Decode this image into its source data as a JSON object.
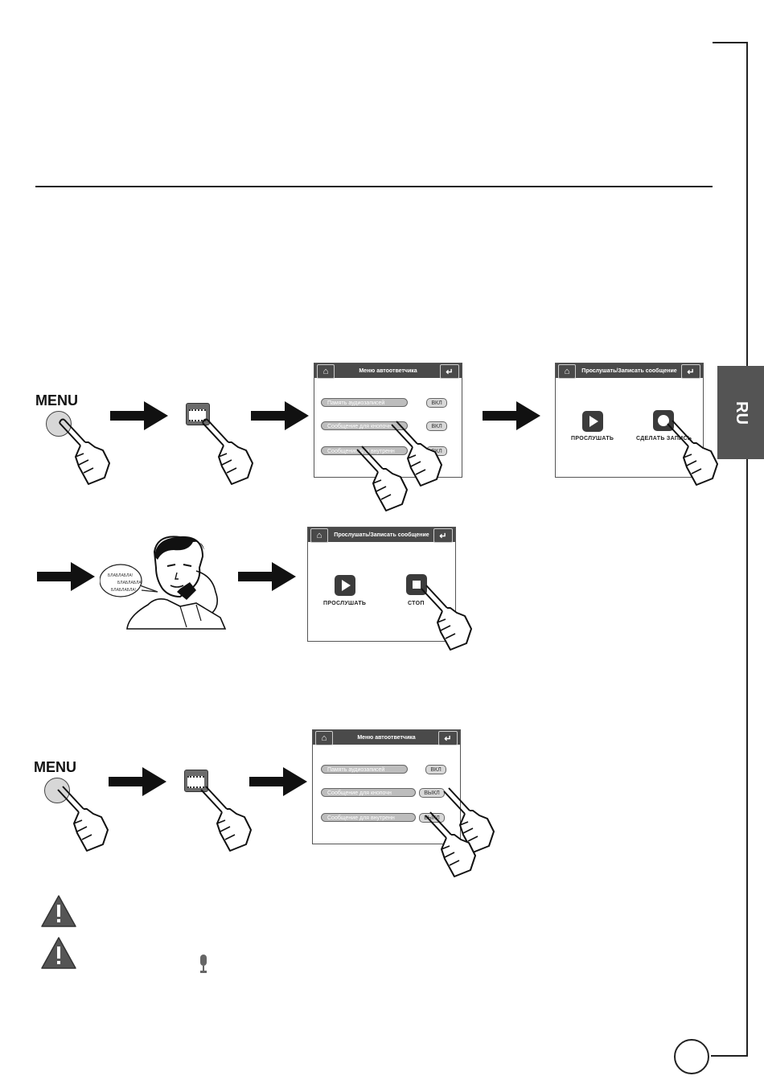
{
  "language_tab": "RU",
  "menu_label": "MENU",
  "screens": {
    "answering_menu": {
      "title": "Меню автоответчика",
      "rows": [
        {
          "label": "Память аудиозаписей",
          "value": "ВКЛ"
        },
        {
          "label": "Сообщение для кнопочн",
          "value": "ВКЛ"
        },
        {
          "label": "Сообщение для внутренн",
          "value": "ВКЛ"
        }
      ]
    },
    "listen_record": {
      "title": "Прослушать/Записать сообщение",
      "listen_label": "ПРОСЛУШАТЬ",
      "record_label": "СДЕЛАТЬ ЗАПИСЬ"
    },
    "listen_stop": {
      "title": "Прослушать/Записать сообщение",
      "listen_label": "ПРОСЛУШАТЬ",
      "stop_label": "СТОП"
    },
    "answering_menu_off": {
      "title": "Меню автоответчика",
      "rows": [
        {
          "label": "Память аудиозаписей",
          "value": "ВКЛ"
        },
        {
          "label": "Сообщение для кнопочн",
          "value": "ВЫКЛ"
        },
        {
          "label": "Сообщение для внутренн",
          "value": "ВЫКЛ"
        }
      ]
    }
  },
  "speech_bubble": [
    "БЛАБЛАБЛА!",
    "БЛАБЛАБЛА!",
    "БЛАБЛАБЛА!"
  ],
  "icons": [
    "home-icon",
    "back-icon",
    "film-icon",
    "play-icon",
    "record-icon",
    "stop-icon",
    "hand-pointer-icon",
    "warning-icon",
    "microphone-icon"
  ]
}
